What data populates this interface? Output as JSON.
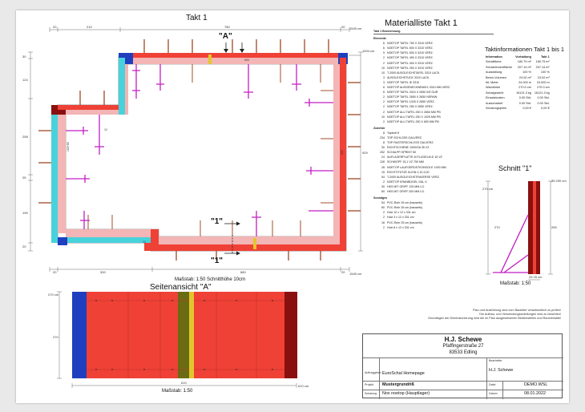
{
  "plan": {
    "title": "Takt 1",
    "view_marker": "\"A\"",
    "section_marker_top": "\"1\"",
    "section_marker_bottom": "\"1\"",
    "scale_caption": "Maßstab: 1:50   Schnitthöhe 10cm",
    "dims_top": [
      "20",
      "210",
      "780",
      "20",
      "1545 cm"
    ],
    "dims_bottom": [
      "20",
      "300",
      "880",
      "20",
      "1545 cm"
    ],
    "dims_left": [
      "30",
      "124",
      "258",
      "25",
      "195",
      "20"
    ],
    "dims_right": [
      "929",
      "1004 cm"
    ]
  },
  "side_view": {
    "title": "Seitenansicht \"A\"",
    "scale_caption": "Maßstab: 1:50",
    "dim_height": "270",
    "dim_total": "610",
    "dim_total_unit": "610 cm",
    "height_top": "270 cm"
  },
  "material": {
    "title": "Materialliste  Takt 1",
    "header": "Takt 1  Bezeichnung",
    "sections": [
      {
        "name": "Elemente",
        "items": [
          {
            "qty": "6",
            "name": "NOETOP TAFEL 750 X 3310 VERZ."
          },
          {
            "qty": "6",
            "name": "NOETOP TAFEL 500 X 3310 VERZ."
          },
          {
            "qty": "9",
            "name": "NOETOP TAFEL 500 X 3310 VERZ."
          },
          {
            "qty": "2",
            "name": "NOETOP TAFEL 450 X 3310 VERZ."
          },
          {
            "qty": "2",
            "name": "NOETOP TAFEL 400 X 3310 VERZ."
          },
          {
            "qty": "10",
            "name": "NOETOP TAFEL 250 X 3310 VERZ."
          },
          {
            "qty": "10",
            "name": "T-2000 AUSGLEICHSTAFEL 3310 LACK."
          },
          {
            "qty": "3",
            "name": "AUSGLEICHSTÜCK 3310 LACK."
          },
          {
            "qty": "3",
            "name": "NOETOP TAFEL IE 3310"
          },
          {
            "qty": "6",
            "name": "NOETOP AUSSENECKWINKEL 3310 MM VERZ"
          },
          {
            "qty": "6",
            "name": "NOETOP TAFEL 3310 X 2650 INT.OUR"
          },
          {
            "qty": "2",
            "name": "NOETOP TAFEL 2650 X 2650 NSPAIN"
          },
          {
            "qty": "2",
            "name": "NOETOP TAFEL 1025 X 2650 VERZ."
          },
          {
            "qty": "2",
            "name": "NOETOP TAFEL 250 X 2650 VERZ."
          },
          {
            "qty": "2",
            "name": "NOETOP ALU TAFEL 250 X 2650 MM PB"
          },
          {
            "qty": "10",
            "name": "NOETOP ALU TAFEL 250 X 1025 MM PB"
          },
          {
            "qty": "2",
            "name": "NOETOP ALU TAFEL 250 X 800 MM PB"
          }
        ]
      },
      {
        "name": "Zubehör",
        "items": [
          {
            "qty": "8",
            "name": "Topbolt H"
          },
          {
            "qty": "234",
            "name": "TOP SCHLOSS GALVERZ."
          },
          {
            "qty": "8",
            "name": "TOP RASTERSCHLOSS GALVERZ."
          },
          {
            "qty": "30",
            "name": "RICHTSCHIENE 1000/GA 35 VZ"
          },
          {
            "qty": "252",
            "name": "SCHALPP-SPRINT 50"
          },
          {
            "qty": "24",
            "name": "AUFLAGERPLATTE M FLÜGELM.D 15 VZ"
          },
          {
            "qty": "126",
            "name": "SCHWGPF 15,1 VZ  750 MM"
          },
          {
            "qty": "28",
            "name": "NOETOP LAUFGERÜSTKONSOLE 1000 MM"
          },
          {
            "qty": "15",
            "name": "RICHTSTÜTZE KLEIN 2,10-3,00"
          },
          {
            "qty": "54",
            "name": "T-2000 AUSGLEICHSTRAVERSE VERZ."
          },
          {
            "qty": "2",
            "name": "NOETOP KRANBÜGEL GAL.V."
          },
          {
            "qty": "30",
            "name": "HKS MIT GRIFF 125 MM LG."
          },
          {
            "qty": "60",
            "name": "HKS MIT GRIFF 200 MM LG."
          }
        ]
      },
      {
        "name": "Sonstiges",
        "items": [
          {
            "qty": "54",
            "name": "PVC-Rohr 26 cm (bauseits)"
          },
          {
            "qty": "60",
            "name": "PVC-Rohr 26 cm (bauseits)"
          },
          {
            "qty": "2",
            "name": "Holz 12 x 12 x 331 cm"
          },
          {
            "qty": "2",
            "name": "Holz 3 x 12 x 331 cm"
          },
          {
            "qty": "16",
            "name": "PVC-Rohr 25 cm (bauseits)"
          },
          {
            "qty": "2",
            "name": "Holz 8 x 12 x 331 cm"
          }
        ]
      }
    ]
  },
  "takt_info": {
    "title": "Taktinformationen  Takt 1 bis 1",
    "columns": [
      "Information",
      "Vorhaltung",
      "Takt 1"
    ],
    "rows": [
      [
        "Schalfläche",
        "180.79 m²",
        "180.79 m²"
      ],
      [
        "Schalelementfläche",
        "207.14 m²",
        "207.14 m²"
      ],
      [
        "Ausstattung",
        "100 %",
        "100 %"
      ],
      [
        "Beton-Volumen",
        "24.02 m³",
        "24.02 m³"
      ],
      [
        "lfd. Meter",
        "24.000 m",
        "24.000 m"
      ],
      [
        "Wandhöhe",
        "270.0 cm",
        "270.0 cm"
      ],
      [
        "Schalgewicht",
        "16121.3 kg",
        "16121.3 kg"
      ],
      [
        "Einsatzkosten",
        "0.00 Std.",
        "0.00 Std."
      ],
      [
        "Ausschalzeit",
        "0.00 Std.",
        "0.00 Std."
      ],
      [
        "Schalungspreis",
        "0,00 €",
        "0,00 €"
      ]
    ]
  },
  "section_view": {
    "title": "Schnitt \"1\"",
    "scale_caption": "Maßstab: 1:50",
    "dim_left": "270 cm",
    "dim_mid": "270",
    "dim_right_top": "25  290 cm",
    "dim_right": "265",
    "dim_bottom": "25  25 cm"
  },
  "notes": [
    "Plan und Ausführung sind vom Bauleiter verantwortlich zu prüfen!",
    "Die Aufbau- und Verwendungsanleitungen sind zu beachten!",
    "Grundlagen der Dimensionierung sind die im Plan ausgewiesenen Bedienstellen und Rauminhalte!"
  ],
  "title_block": {
    "company": "H.J. Schewe",
    "street": "Pfaffingerstraße 27",
    "city": "83533 Edling",
    "labels": {
      "client": "Auftraggeber",
      "editor": "Bearbeiter",
      "project": "Projekt",
      "file": "Datei",
      "plan": "Schalung",
      "date": "Datum"
    },
    "client": "EuroSchal Homepage",
    "editor": "H.J. Schewe",
    "project": "Mustergrundriß",
    "file": "DEMO.WSL",
    "plan": "Nox noetop (Hauptlager)",
    "date": "08.01.2022"
  },
  "colors": {
    "panel_red": "#ef4136",
    "panel_pink": "#f3b5b5",
    "panel_cyan": "#48d2dc",
    "panel_blue": "#1f3fbf",
    "panel_darkred": "#8a1010",
    "panel_olive": "#6b6b14",
    "accessory_magenta": "#c21fc2",
    "brace_brown": "#9a3a15",
    "clamp_yellow": "#e2c72a"
  }
}
